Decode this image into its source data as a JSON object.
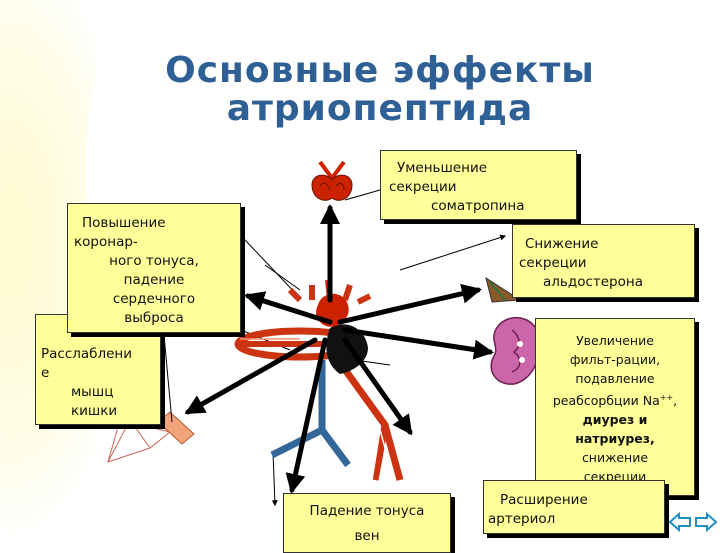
{
  "title": {
    "line1": "Основные эффекты",
    "line2": "атриопептида"
  },
  "colors": {
    "title": "#2e6096",
    "box_fill": "#ffff99",
    "vessel_red": "#cc3311",
    "vessel_blue": "#336699",
    "nav": "#1e90c8"
  },
  "boxes": {
    "somatotropin": {
      "l1": "Уменьшение",
      "l2": "секреции",
      "l3": "соматропина"
    },
    "aldosterone": {
      "l1": "Снижение",
      "l2": "секреции",
      "l3": "альдостерона"
    },
    "coronary": {
      "l1": "Повышение",
      "l2": "коронар-",
      "l3": "ного тонуса,",
      "l4": "падение",
      "l5": "сердечного",
      "l6": "выброса"
    },
    "intestine": {
      "l1": "Расслаблени",
      "l2": "е",
      "l3": "мышц",
      "l4": "кишки"
    },
    "kidney": {
      "l1": "Увеличение",
      "l2": "фильт-рации,",
      "l3": "подавление",
      "l4": "реабсорбции Na",
      "l4_sup": "++",
      "l4_end": ",",
      "l5": "диурез  и",
      "l6": "натриурез,",
      "l7": "снижение",
      "l8": "секреции"
    },
    "veins": {
      "l1": "Падение тонуса",
      "l2": "вен"
    },
    "arterioles": {
      "l1": "Расширение",
      "l2": "артериол"
    }
  },
  "icons": {
    "nav_prev": "left-hollow-arrow-icon",
    "nav_next": "right-hollow-arrow-icon",
    "pituitary": "pituitary-gland-icon",
    "heart": "heart-icon",
    "kidney": "kidney-icon",
    "adrenal": "adrenal-gland-icon",
    "intestine": "intestine-segment-icon"
  }
}
